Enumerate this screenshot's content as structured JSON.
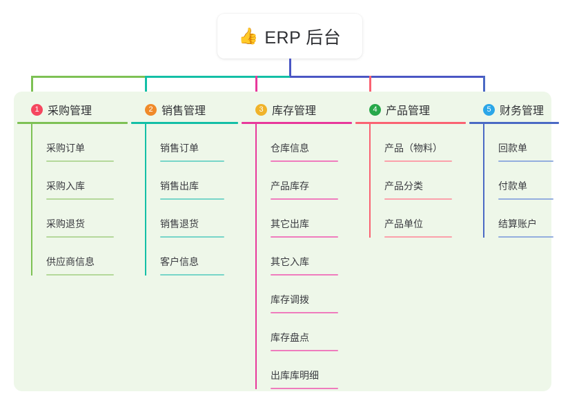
{
  "root": {
    "emoji": "👍",
    "emoji_name": "thumbs-up-icon",
    "title": "ERP 后台"
  },
  "colors": {
    "board_background": "#eef7e9",
    "page_background": "#ffffff",
    "root_stem": "#4a56c4",
    "connector_left": "#7dc154",
    "connector_mid": "#13bfa6",
    "connector_right": "#4a56c4"
  },
  "columns": [
    {
      "number": "1",
      "title": "采购管理",
      "badge_color": "#f5475f",
      "line_color": "#7dc154",
      "sub_line_color": "#b4d89a",
      "drop_color": "#7dc154",
      "items": [
        {
          "label": "采购订单"
        },
        {
          "label": "采购入库"
        },
        {
          "label": "采购退货"
        },
        {
          "label": "供应商信息"
        }
      ]
    },
    {
      "number": "2",
      "title": "销售管理",
      "badge_color": "#f08a2a",
      "line_color": "#13bfa6",
      "sub_line_color": "#76d5c8",
      "drop_color": "#13bfa6",
      "items": [
        {
          "label": "销售订单"
        },
        {
          "label": "销售出库"
        },
        {
          "label": "销售退货"
        },
        {
          "label": "客户信息"
        }
      ]
    },
    {
      "number": "3",
      "title": "库存管理",
      "badge_color": "#f0b32a",
      "line_color": "#e8389b",
      "sub_line_color": "#ef7bbd",
      "drop_color": "#e8389b",
      "items": [
        {
          "label": "仓库信息"
        },
        {
          "label": "产品库存"
        },
        {
          "label": "其它出库"
        },
        {
          "label": "其它入库"
        },
        {
          "label": "库存调拨"
        },
        {
          "label": "库存盘点"
        },
        {
          "label": "出库库明细"
        }
      ]
    },
    {
      "number": "4",
      "title": "产品管理",
      "badge_color": "#27a84a",
      "line_color": "#fa6272",
      "sub_line_color": "#fba0aa",
      "drop_color": "#fa6272",
      "items": [
        {
          "label": "产品（物料）"
        },
        {
          "label": "产品分类"
        },
        {
          "label": "产品单位"
        }
      ]
    },
    {
      "number": "5",
      "title": "财务管理",
      "badge_color": "#2ba6e8",
      "line_color": "#4a69c4",
      "sub_line_color": "#93adde",
      "drop_color": "#4a69c4",
      "items": [
        {
          "label": "回款单"
        },
        {
          "label": "付款单"
        },
        {
          "label": "结算账户"
        }
      ]
    }
  ]
}
